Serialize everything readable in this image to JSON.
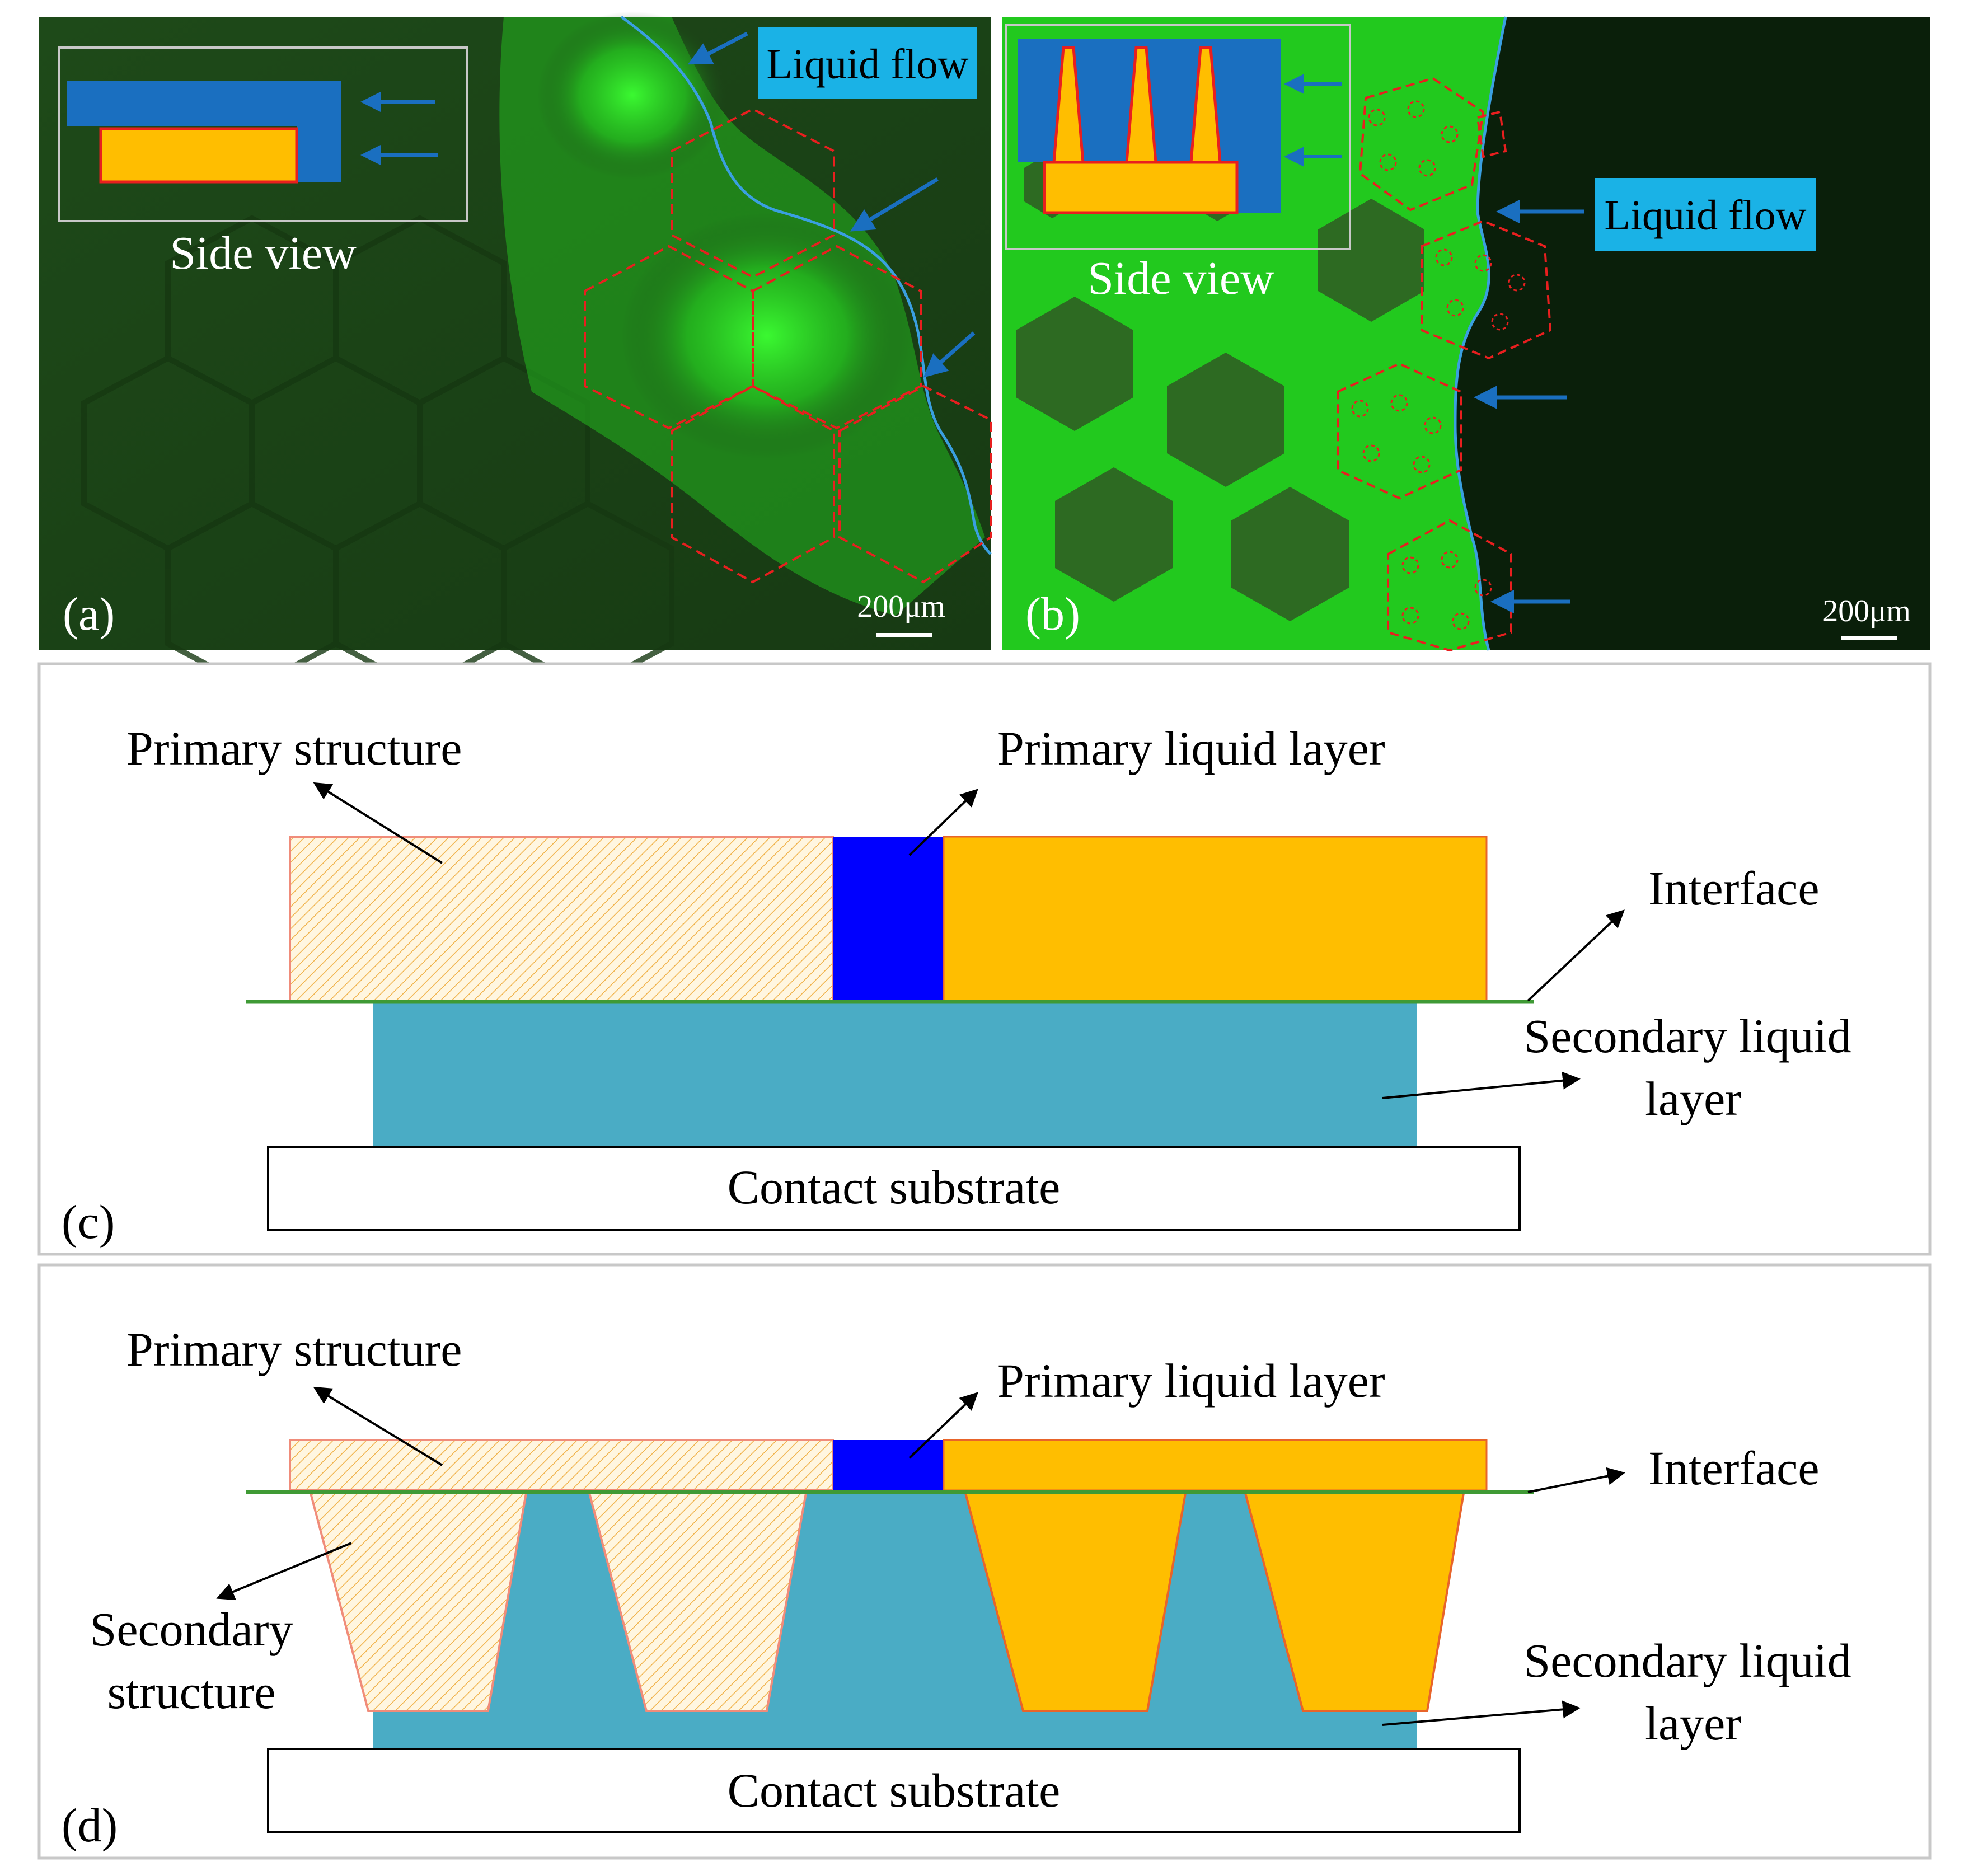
{
  "panels": {
    "a": {
      "tag": "(a)",
      "inset_label": "Side view",
      "flow_label": "Liquid flow",
      "scale": "200μm"
    },
    "b": {
      "tag": "(b)",
      "inset_label": "Side view",
      "flow_label": "Liquid flow",
      "scale": "200μm"
    },
    "c": {
      "tag": "(c)",
      "primary_structure": "Primary structure",
      "primary_liquid_layer": "Primary liquid  layer",
      "interface": "Interface",
      "secondary_liquid_1": "Secondary liquid",
      "secondary_liquid_2": "layer",
      "substrate": "Contact substrate"
    },
    "d": {
      "tag": "(d)",
      "primary_structure": "Primary structure",
      "primary_liquid_layer": "Primary liquid  layer",
      "interface": "Interface",
      "secondary_structure_1": "Secondary",
      "secondary_structure_2": "structure",
      "secondary_liquid_1": "Secondary liquid",
      "secondary_liquid_2": "layer",
      "substrate": "Contact substrate"
    }
  },
  "colors": {
    "micrograph_dark_green": "#1d4418",
    "micrograph_bright_green": "#22c91e",
    "flow_blue": "#1a6fc0",
    "label_box_cyan": "#1ab2e6",
    "structure_orange": "#ffbe00",
    "primary_liquid_blue": "#0000ff",
    "secondary_liquid_teal": "#4aacc5",
    "interface_green": "#3f9a35",
    "outline_red": "#e81f1f"
  }
}
